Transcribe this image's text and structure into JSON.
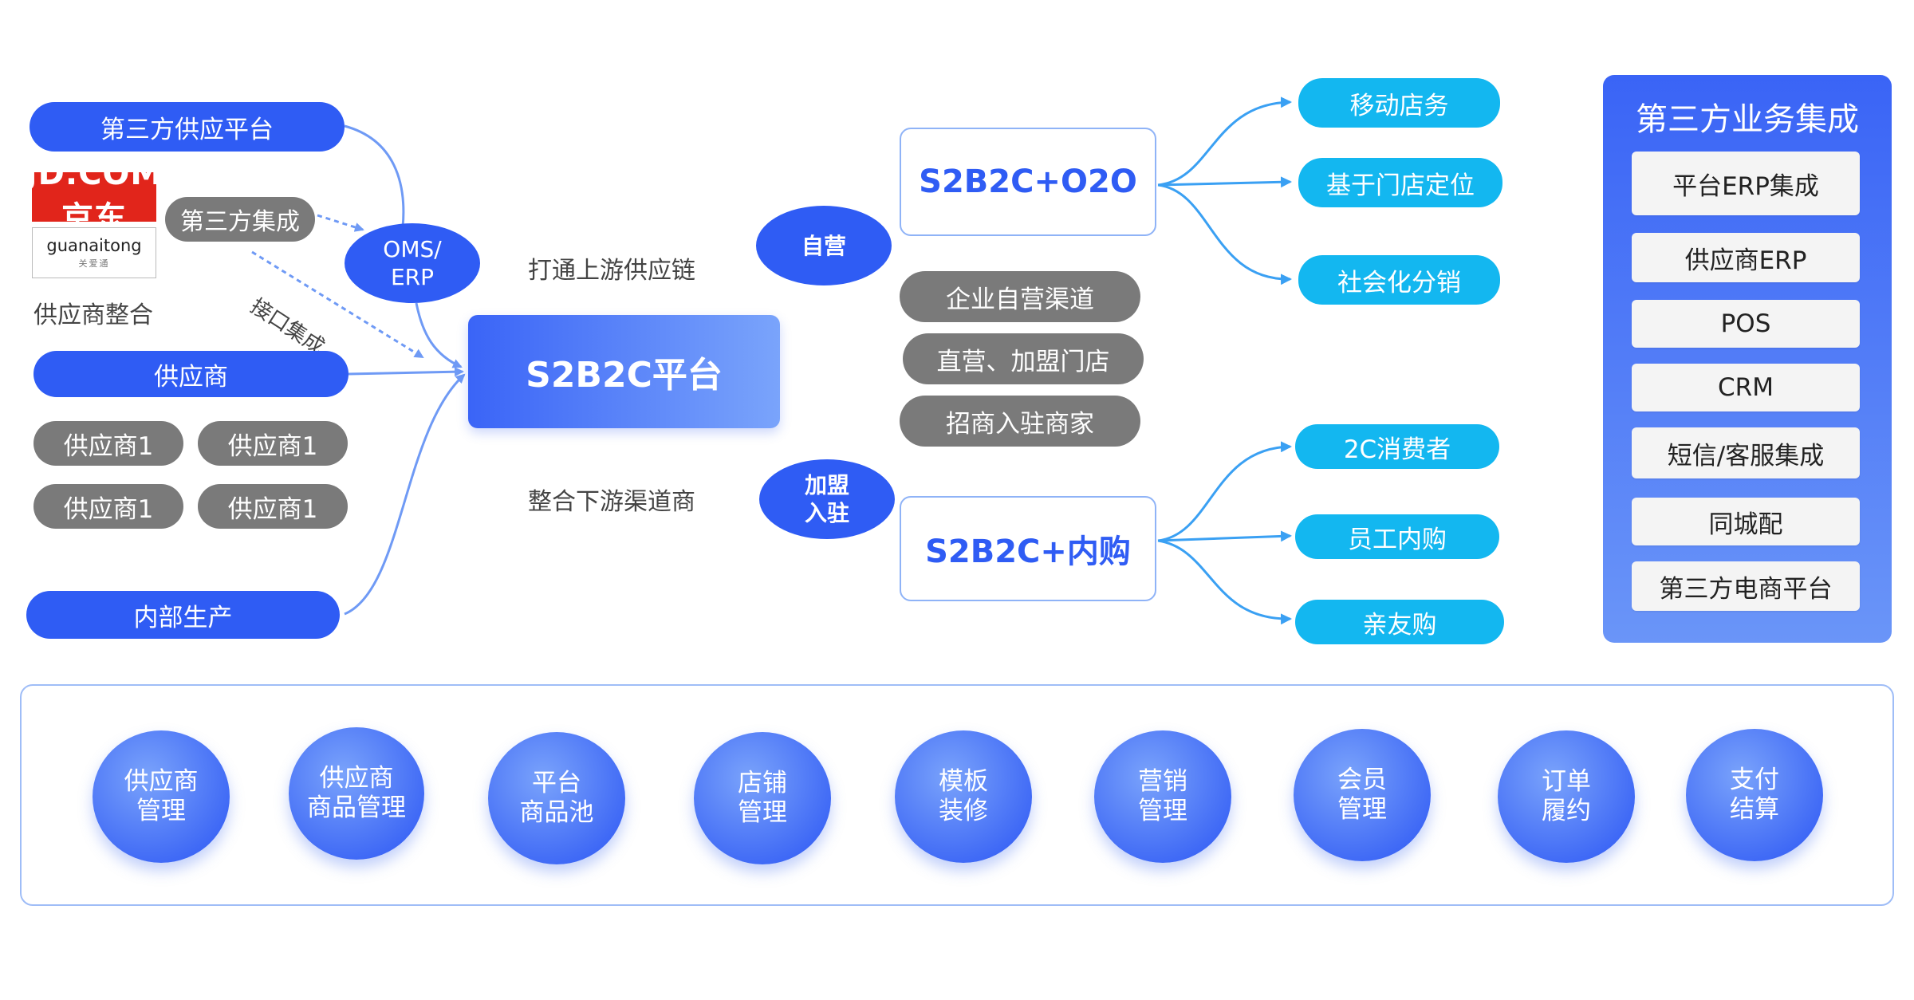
{
  "left": {
    "third_party_platform": "第三方供应平台",
    "third_party_integration": "第三方集成",
    "supplier_integration": "供应商整合",
    "api_integration": "接口集成",
    "supplier": "供应商",
    "supplier_items": [
      "供应商1",
      "供应商1",
      "供应商1",
      "供应商1"
    ],
    "internal_production": "内部生产",
    "logo_jd": "JD.COM京东",
    "logo_gt_main": "guanaitong",
    "logo_gt_sub": "关爱通"
  },
  "center": {
    "oms_erp_line1": "OMS/",
    "oms_erp_line2": "ERP",
    "upstream_label": "打通上游供应链",
    "downstream_label": "整合下游渠道商",
    "platform": "S2B2C平台",
    "self_operated": "自营",
    "franchise_line1": "加盟",
    "franchise_line2": "入驻"
  },
  "middle": {
    "o2o": "S2B2C+O2O",
    "internal_purchase": "S2B2C+内购",
    "channels": [
      "企业自营渠道",
      "直营、加盟门店",
      "招商入驻商家"
    ]
  },
  "o2o_branches": [
    "移动店务",
    "基于门店定位",
    "社会化分销"
  ],
  "purchase_branches": [
    "2C消费者",
    "员工内购",
    "亲友购"
  ],
  "right_panel": {
    "title": "第三方业务集成",
    "items": [
      "平台ERP集成",
      "供应商ERP",
      "POS",
      "CRM",
      "短信/客服集成",
      "同城配",
      "第三方电商平台"
    ]
  },
  "modules": [
    {
      "line1": "供应商",
      "line2": "管理"
    },
    {
      "line1": "供应商",
      "line2": "商品管理"
    },
    {
      "line1": "平台",
      "line2": "商品池"
    },
    {
      "line1": "店铺",
      "line2": "管理"
    },
    {
      "line1": "模板",
      "line2": "装修"
    },
    {
      "line1": "营销",
      "line2": "管理"
    },
    {
      "line1": "会员",
      "line2": "管理"
    },
    {
      "line1": "订单",
      "line2": "履约"
    },
    {
      "line1": "支付",
      "line2": "结算"
    }
  ],
  "colors": {
    "primary_blue": "#2f5cf4",
    "cyan": "#13b7f0",
    "gray": "#7a7a7a",
    "connector": "#6f9af5"
  }
}
